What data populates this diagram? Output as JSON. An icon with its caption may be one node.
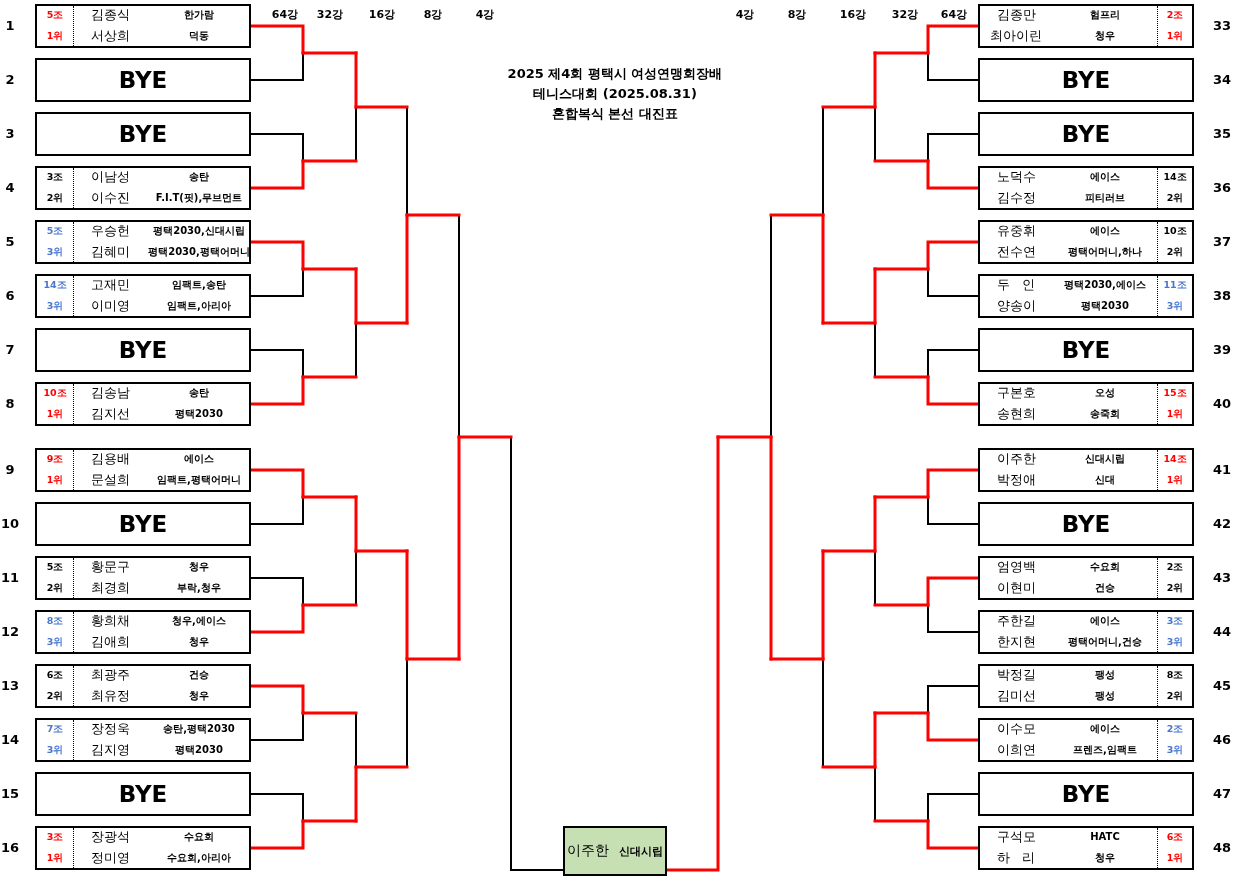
{
  "diagram": {
    "title": "2025 제4회 평택시 여성연맹회장배 테니스대회 (2025.08.31) 혼합복식 본선 대진표",
    "nodes": [
      {
        "text": [
          "5조",
          "김종식",
          "한가람",
          "1위",
          "서상희",
          "덕동"
        ],
        "beside": [
          "1"
        ]
      },
      {
        "text": [
          "BYE"
        ],
        "beside": [
          "2"
        ]
      },
      {
        "text": [
          "BYE"
        ],
        "beside": [
          "3"
        ]
      },
      {
        "text": [
          "3조",
          "이남성",
          "송탄",
          "2위",
          "이수진",
          "F.I.T(핏),무브먼트"
        ],
        "beside": [
          "4"
        ]
      },
      {
        "text": [
          "5조",
          "우승헌",
          "평택2030,신대시립",
          "3위",
          "김혜미",
          "평택2030,평택어머니"
        ],
        "beside": [
          "5"
        ]
      },
      {
        "text": [
          "14조",
          "고재민",
          "임팩트,송탄",
          "3위",
          "이미영",
          "임팩트,아리아"
        ],
        "beside": [
          "6"
        ]
      },
      {
        "text": [
          "BYE"
        ],
        "beside": [
          "7"
        ]
      },
      {
        "text": [
          "10조",
          "김송남",
          "송탄",
          "1위",
          "김지선",
          "평택2030"
        ],
        "beside": [
          "8"
        ]
      },
      {
        "text": [
          "9조",
          "김용배",
          "에이스",
          "1위",
          "문설희",
          "임팩트,평택어머니"
        ],
        "beside": [
          "9"
        ]
      },
      {
        "text": [
          "BYE"
        ],
        "beside": [
          "10"
        ]
      },
      {
        "text": [
          "5조",
          "황문구",
          "청우",
          "2위",
          "최경희",
          "부락,청우"
        ],
        "beside": [
          "11"
        ]
      },
      {
        "text": [
          "8조",
          "황희채",
          "청우,에이스",
          "3위",
          "김애희",
          "청우"
        ],
        "beside": [
          "12"
        ]
      },
      {
        "text": [
          "6조",
          "최광주",
          "건승",
          "2위",
          "최유정",
          "청우"
        ],
        "beside": [
          "13"
        ]
      },
      {
        "text": [
          "7조",
          "장정욱",
          "송탄,평택2030",
          "3위",
          "김지영",
          "평택2030"
        ],
        "beside": [
          "14"
        ]
      },
      {
        "text": [
          "BYE"
        ],
        "beside": [
          "15"
        ]
      },
      {
        "text": [
          "3조",
          "장광석",
          "수요회",
          "1위",
          "정미영",
          "수요회,아리아"
        ],
        "beside": [
          "16"
        ]
      },
      {
        "text": [
          "김종만",
          "험프리",
          "2조",
          "최아이린",
          "청우",
          "1위"
        ],
        "beside": [
          "33"
        ]
      },
      {
        "text": [
          "BYE"
        ],
        "beside": [
          "34"
        ]
      },
      {
        "text": [
          "BYE"
        ],
        "beside": [
          "35"
        ]
      },
      {
        "text": [
          "노덕수",
          "에이스",
          "14조",
          "김수정",
          "피티러브",
          "2위"
        ],
        "beside": [
          "36"
        ]
      },
      {
        "text": [
          "유중휘",
          "에이스",
          "10조",
          "전수연",
          "평택어머니,하나",
          "2위"
        ],
        "beside": [
          "37"
        ]
      },
      {
        "text": [
          "두 인",
          "평택2030,에이스",
          "11조",
          "양송이",
          "평택2030",
          "3위"
        ],
        "beside": [
          "38"
        ]
      },
      {
        "text": [
          "BYE"
        ],
        "beside": [
          "39"
        ]
      },
      {
        "text": [
          "구본호",
          "오성",
          "15조",
          "송현희",
          "송죽회",
          "1위"
        ],
        "beside": [
          "40"
        ]
      },
      {
        "text": [
          "이주한",
          "신대시립",
          "14조",
          "박정애",
          "신대",
          "1위"
        ],
        "beside": [
          "41"
        ]
      },
      {
        "text": [
          "BYE"
        ],
        "beside": [
          "42"
        ]
      },
      {
        "text": [
          "엄영백",
          "수요회",
          "2조",
          "이현미",
          "건승",
          "2위"
        ],
        "beside": [
          "43"
        ]
      },
      {
        "text": [
          "주한길",
          "에이스",
          "3조",
          "한지현",
          "평택어머니,건승",
          "3위"
        ],
        "beside": [
          "44"
        ]
      },
      {
        "text": [
          "박정길",
          "팽성",
          "8조",
          "김미선",
          "팽성",
          "2위"
        ],
        "beside": [
          "45"
        ]
      },
      {
        "text": [
          "이수모",
          "에이스",
          "2조",
          "이희연",
          "프렌즈,임팩트",
          "3위"
        ],
        "beside": [
          "46"
        ]
      },
      {
        "text": [
          "BYE"
        ],
        "beside": [
          "47"
        ]
      },
      {
        "text": [
          "구석모",
          "HATC",
          "6조",
          "하 리",
          "청우",
          "1위"
        ],
        "beside": [
          "48"
        ]
      },
      {
        "text": [
          "이주한",
          "신대시립"
        ]
      }
    ],
    "edges": [
      {
        "from": 0,
        "to": 32,
        "arrow": "none"
      },
      {
        "from": 1,
        "to": 32,
        "arrow": "none"
      },
      {
        "from": 2,
        "to": 32,
        "arrow": "none"
      },
      {
        "from": 3,
        "to": 32,
        "arrow": "none"
      },
      {
        "from": 4,
        "to": 32,
        "arrow": "none"
      },
      {
        "from": 5,
        "to": 32,
        "arrow": "none"
      },
      {
        "from": 6,
        "to": 32,
        "arrow": "none"
      },
      {
        "from": 7,
        "to": 32,
        "arrow": "none"
      },
      {
        "from": 8,
        "to": 32,
        "arrow": "none"
      },
      {
        "from": 9,
        "to": 32,
        "arrow": "none"
      },
      {
        "from": 10,
        "to": 32,
        "arrow": "none"
      },
      {
        "from": 11,
        "to": 32,
        "arrow": "none"
      },
      {
        "from": 12,
        "to": 32,
        "arrow": "none"
      },
      {
        "from": 13,
        "to": 32,
        "arrow": "none"
      },
      {
        "from": 14,
        "to": 32,
        "arrow": "none"
      },
      {
        "from": 15,
        "to": 32,
        "arrow": "none"
      },
      {
        "from": 16,
        "to": 32,
        "arrow": "none",
        "color": "#ff0000"
      },
      {
        "from": 17,
        "to": 32,
        "arrow": "none",
        "color": "#ff0000"
      },
      {
        "from": 18,
        "to": 32,
        "arrow": "none",
        "color": "#ff0000"
      },
      {
        "from": 19,
        "to": 32,
        "arrow": "none",
        "color": "#ff0000"
      },
      {
        "from": 20,
        "to": 32,
        "arrow": "none",
        "color": "#ff0000"
      },
      {
        "from": 21,
        "to": 32,
        "arrow": "none",
        "color": "#ff0000"
      },
      {
        "from": 22,
        "to": 32,
        "arrow": "none",
        "color": "#ff0000"
      },
      {
        "from": 23,
        "to": 32,
        "arrow": "none",
        "color": "#ff0000"
      },
      {
        "from": 24,
        "to": 32,
        "arrow": "none",
        "color": "#ff0000"
      },
      {
        "from": 25,
        "to": 32,
        "arrow": "none",
        "color": "#ff0000"
      },
      {
        "from": 26,
        "to": 32,
        "arrow": "none",
        "color": "#ff0000"
      },
      {
        "from": 27,
        "to": 32,
        "arrow": "none",
        "color": "#ff0000"
      },
      {
        "from": 28,
        "to": 32,
        "arrow": "none",
        "color": "#ff0000"
      },
      {
        "from": 29,
        "to": 32,
        "arrow": "none",
        "color": "#ff0000"
      },
      {
        "from": 30,
        "to": 32,
        "arrow": "none",
        "color": "#ff0000"
      },
      {
        "from": 31,
        "to": 32,
        "arrow": "none",
        "color": "#ff0000"
      }
    ],
    "labels": [
      "64강",
      "32강",
      "16강",
      "8강",
      "4강",
      "4강",
      "8강",
      "16강",
      "32강",
      "64강"
    ]
  }
}
